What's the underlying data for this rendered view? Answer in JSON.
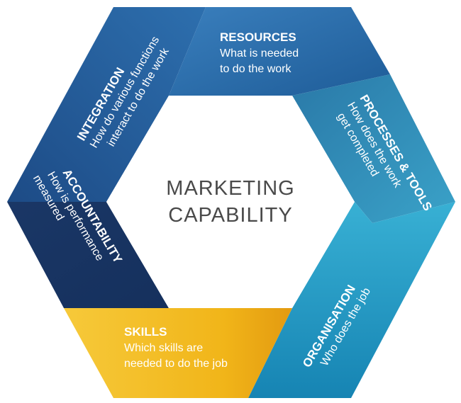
{
  "center": {
    "line1": "MARKETING",
    "line2": "CAPABILITY"
  },
  "segments": {
    "resources": {
      "title": "RESOURCES",
      "line1": "What is needed",
      "line2": "to do the work",
      "color": "#2c6ba3"
    },
    "processes": {
      "title": "PROCESSES & TOOLS",
      "line1": "How does the work",
      "line2": "get completed",
      "color": "#2e8dba"
    },
    "organisation": {
      "title": "ORGANISATION",
      "line1": "Who does the job",
      "color": "#1f9cc6"
    },
    "skills": {
      "title": "SKILLS",
      "line1": "Which skills are",
      "line2": "needed to do the job",
      "color": "#f2b71d"
    },
    "accountability": {
      "title": "ACCOUNTABILITY",
      "line1": "How is performance",
      "line2": "measured",
      "color": "#1c3f73"
    },
    "integration": {
      "title": "INTEGRATION",
      "line1": "How do various functions",
      "line2": "interact to do the work",
      "color": "#245c97"
    }
  }
}
